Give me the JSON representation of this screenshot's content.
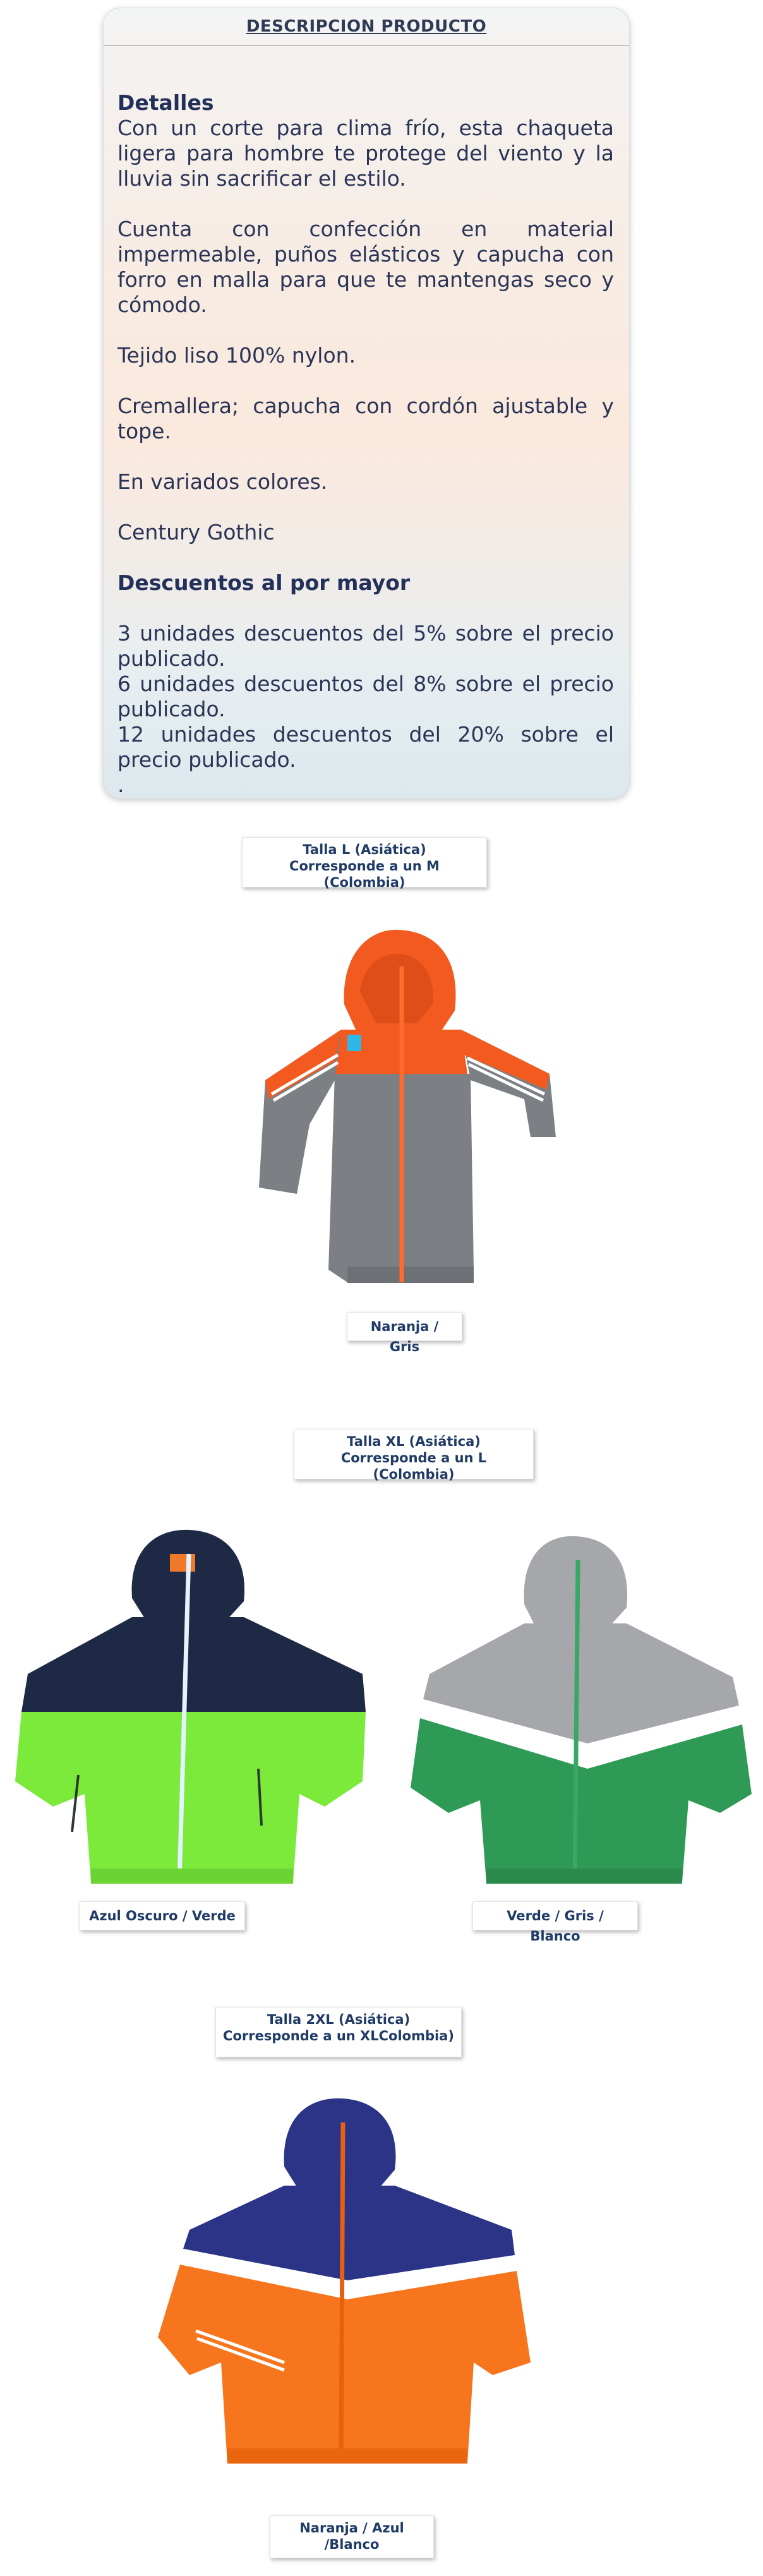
{
  "description": {
    "title": "DESCRIPCION PRODUCTO",
    "details_heading": "Detalles",
    "paragraphs": [
      "Con un corte para clima frío, esta chaqueta ligera para hombre te protege del viento y la lluvia sin sacrificar el estilo.",
      "Cuenta con confección en material impermeable, puños elásticos y capucha con forro en malla para que te mantengas seco y cómodo.",
      "Tejido liso 100% nylon.",
      "Cremallera; capucha con cordón ajustable y tope.",
      "En variados colores.",
      "Century Gothic"
    ],
    "discounts_heading": "Descuentos al por mayor",
    "discounts": [
      "3 unidades descuentos del 5% sobre el precio publicado.",
      "6 unidades descuentos del 8% sobre el precio publicado.",
      "12 unidades descuentos del 20% sobre el precio publicado."
    ],
    "trailing": "."
  },
  "sizes": [
    {
      "line1": "Talla L (Asiática)",
      "line2": "Corresponde a un M (Colombia)"
    },
    {
      "line1": "Talla XL (Asiática)",
      "line2": "Corresponde a un L (Colombia)"
    },
    {
      "line1": "Talla 2XL (Asiática)",
      "line2": "Corresponde a un XLColombia)"
    }
  ],
  "colors": [
    {
      "name": "Naranja / Gris",
      "hex": [
        "#f35a1f",
        "#7c7f84"
      ]
    },
    {
      "name": "Azul Oscuro / Verde",
      "hex": [
        "#1e2a45",
        "#7bea3a"
      ]
    },
    {
      "name": "Verde / Gris / Blanco",
      "hex": [
        "#2f9a55",
        "#a5a7ab",
        "#ffffff"
      ]
    },
    {
      "name_line1": "Naranja / Azul",
      "name_line2": "/Blanco",
      "hex": [
        "#f7751d",
        "#2b3486",
        "#ffffff"
      ]
    }
  ]
}
